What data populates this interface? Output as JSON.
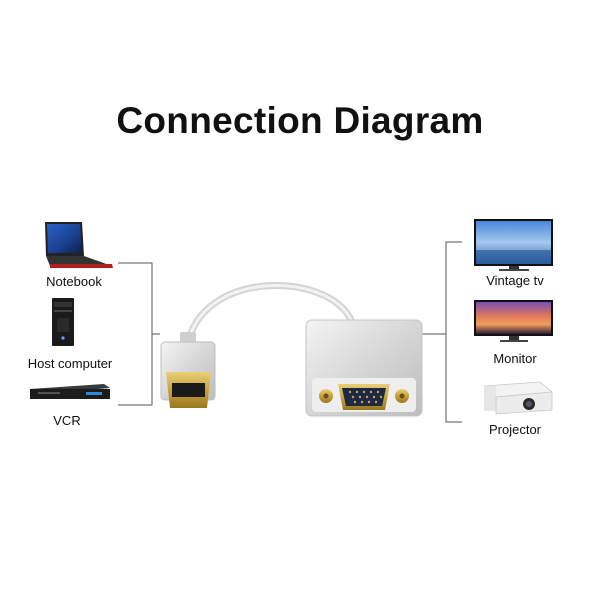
{
  "title": "Connection Diagram",
  "sources": [
    {
      "label": "Notebook",
      "icon": "laptop-icon"
    },
    {
      "label": "Host computer",
      "icon": "desktop-tower-icon"
    },
    {
      "label": "VCR",
      "icon": "vcr-icon"
    }
  ],
  "displays": [
    {
      "label": "Vintage tv",
      "icon": "tv-icon"
    },
    {
      "label": "Monitor",
      "icon": "monitor-icon"
    },
    {
      "label": "Projector",
      "icon": "projector-icon"
    }
  ],
  "adapter": {
    "input": "HDMI",
    "output": "VGA"
  },
  "colors": {
    "text": "#111111",
    "line": "#555555",
    "adapter_body": "#dcdcdc",
    "gold": "#c9a23a"
  }
}
